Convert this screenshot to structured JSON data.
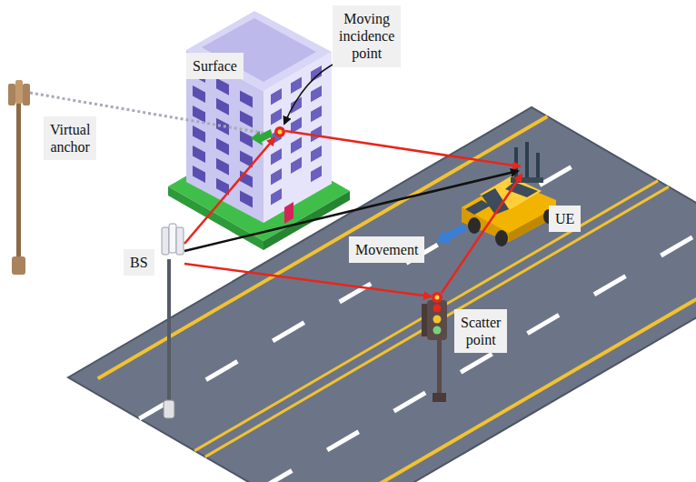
{
  "diagram": {
    "nodes": [
      {
        "text": [
          "Moving incidence point"
        ]
      },
      {
        "text": [
          "Surface"
        ]
      },
      {
        "text": [
          "Virtual anchor"
        ]
      },
      {
        "text": [
          "BS"
        ]
      },
      {
        "text": [
          "Movement"
        ]
      },
      {
        "text": [
          "UE"
        ]
      },
      {
        "text": [
          "Scatter point"
        ]
      }
    ]
  }
}
